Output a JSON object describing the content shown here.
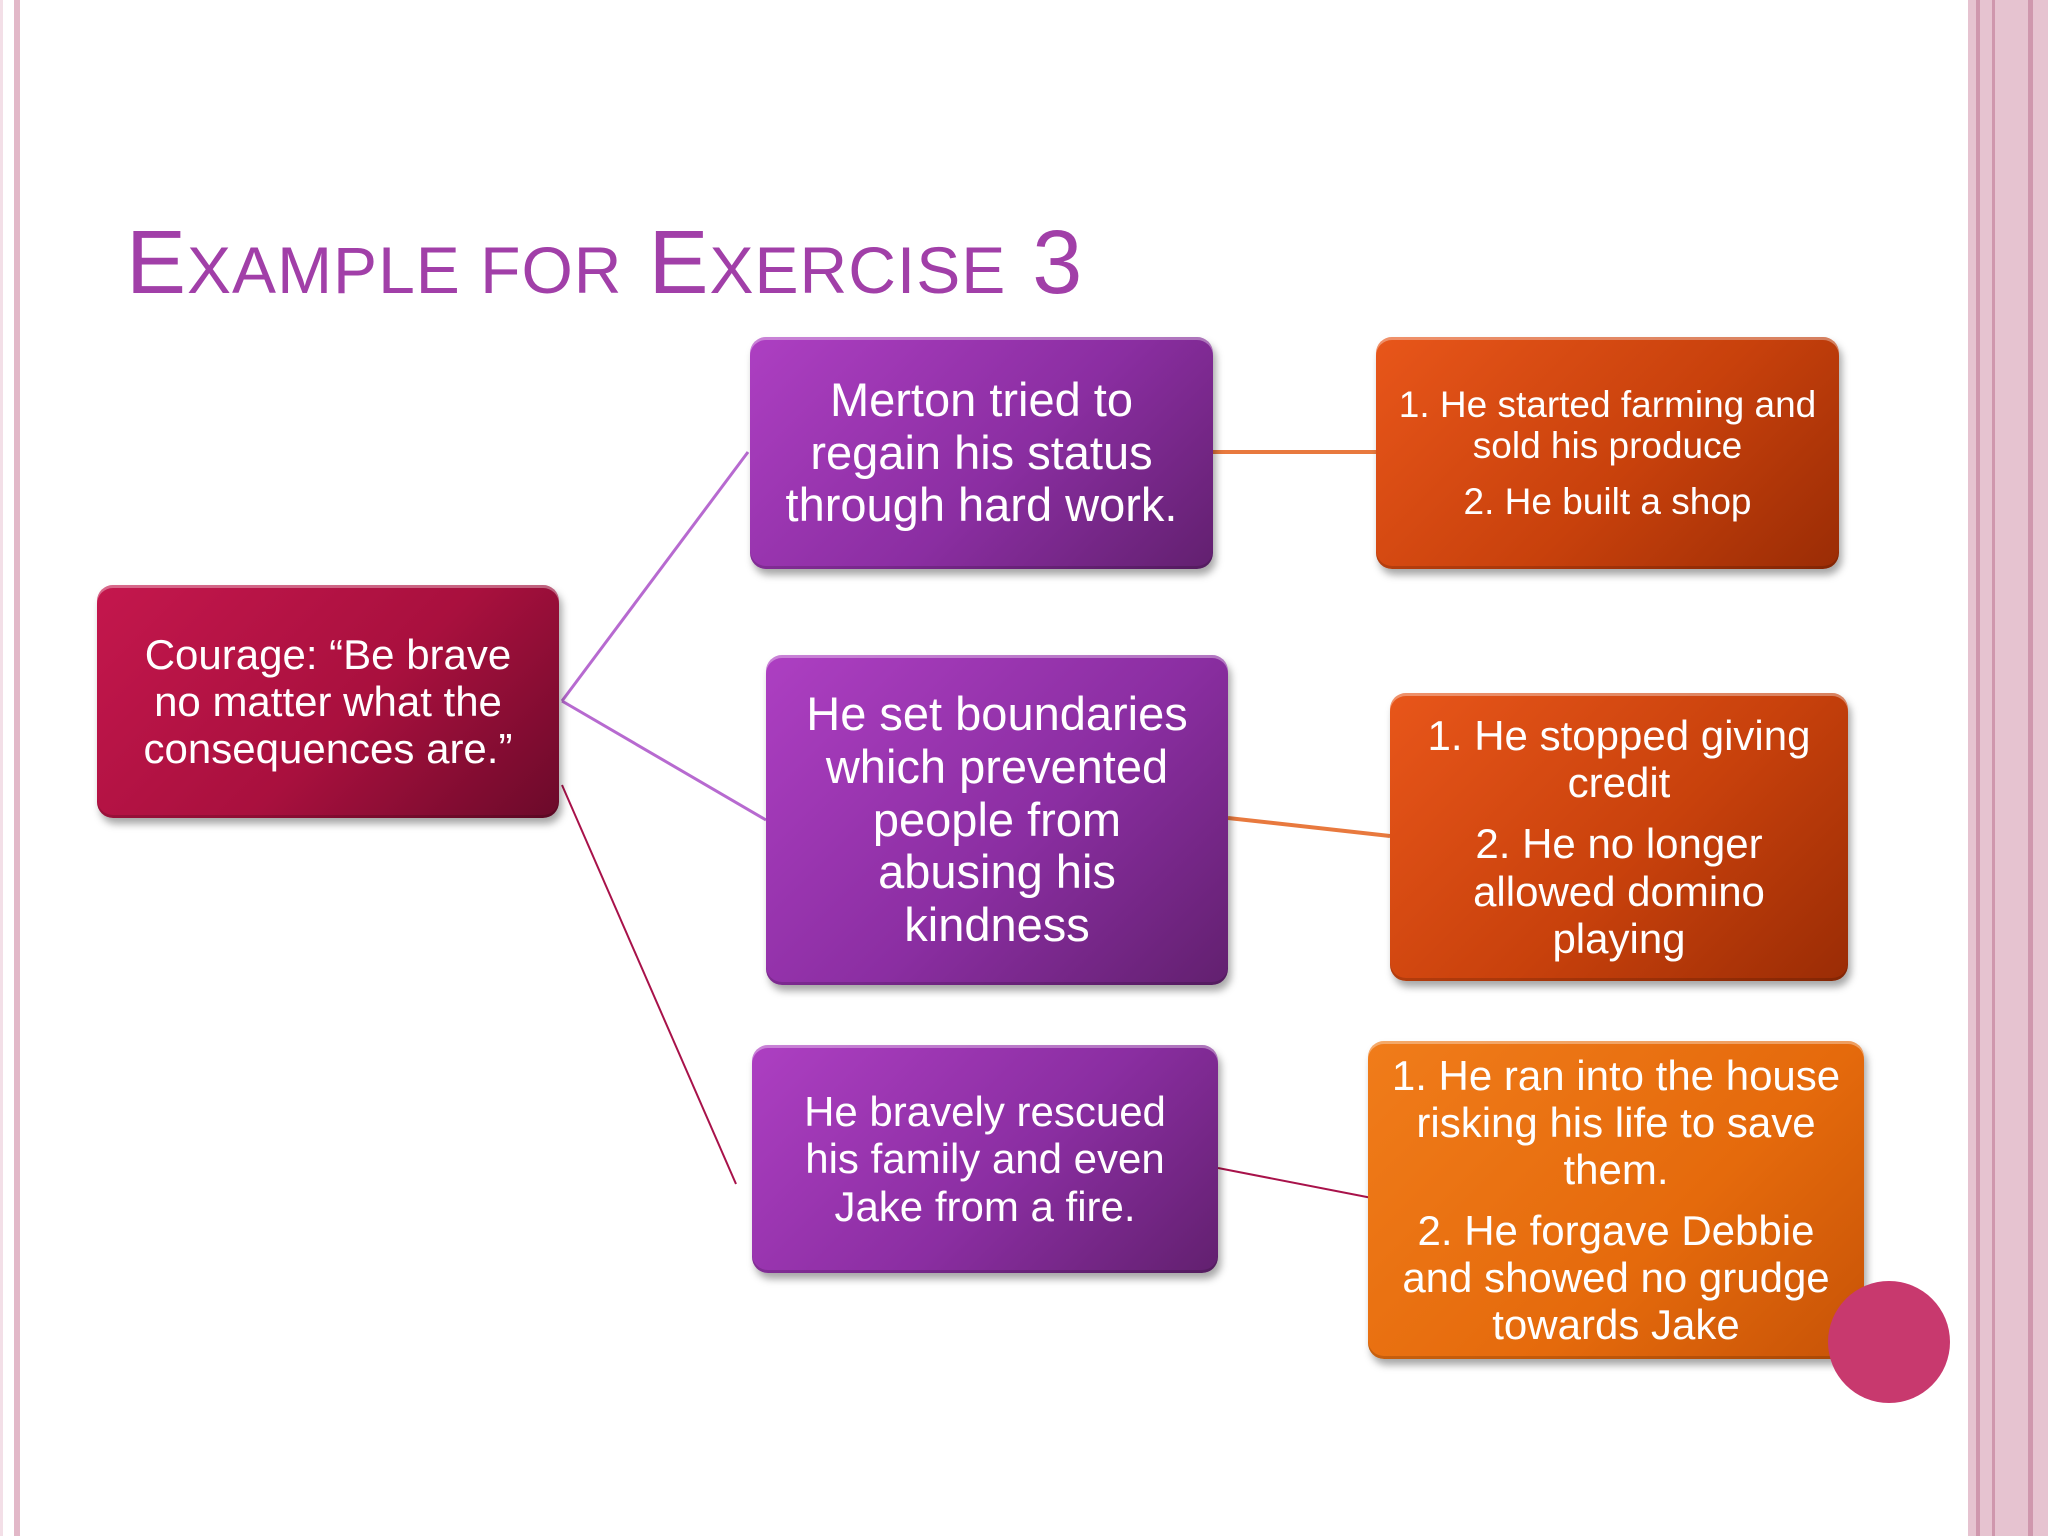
{
  "slide": {
    "title_word1_cap": "E",
    "title_word1_rest": "XAMPLE FOR",
    "title_word2_cap": "E",
    "title_word2_rest": "XERCISE",
    "title_number": "3"
  },
  "diagram": {
    "root": {
      "lines": [
        "Courage: “Be brave",
        "no matter what the",
        "consequences are.”"
      ]
    },
    "branches": [
      {
        "claim": [
          "Merton tried to",
          "regain his status",
          "through hard work."
        ],
        "evidence": [
          "1. He started farming and sold his produce",
          "2. He built a shop"
        ]
      },
      {
        "claim": [
          "He set boundaries",
          "which prevented",
          "people from",
          "abusing his",
          "kindness"
        ],
        "evidence": [
          "1. He stopped giving credit",
          "2. He no longer allowed domino playing"
        ]
      },
      {
        "claim": [
          "He bravely rescued",
          "his family and even",
          "Jake from a fire."
        ],
        "evidence": [
          "1. He ran into the house risking his life to save them.",
          "2. He forgave Debbie and showed no grudge towards Jake"
        ]
      }
    ]
  },
  "colors": {
    "title": "#a13fa8",
    "root": "#a9103e",
    "claim": "#8b2ea2",
    "evidence_dark": "#c8410c",
    "evidence_bright": "#e56a0c",
    "accent_circle": "#c8396e"
  }
}
